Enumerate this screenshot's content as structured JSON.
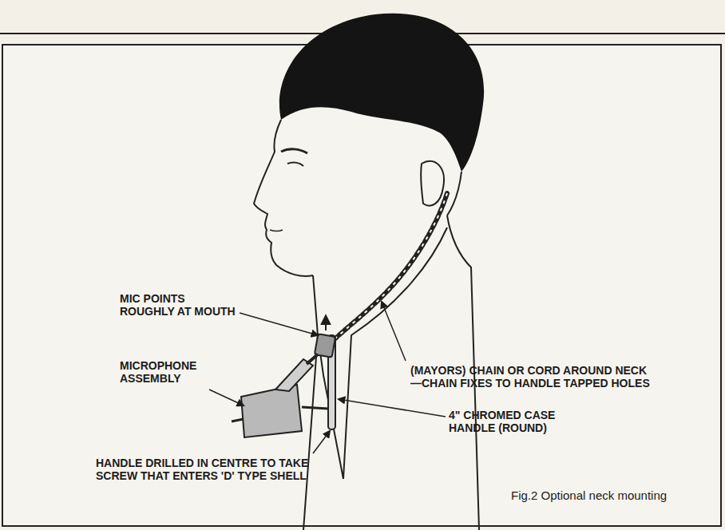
{
  "diagram": {
    "caption": "Fig.2 Optional neck mounting",
    "labels": [
      "MIC POINTS ROUGHLY AT MOUTH",
      "MICROPHONE ASSEMBLY",
      "(MAYORS) CHAIN OR CORD AROUND NECK —CHAIN FIXES TO HANDLE TAPPED HOLES",
      "4\" CHROMED CASE HANDLE (ROUND)",
      "HANDLE DRILLED IN CENTRE TO TAKE SCREW THAT ENTERS 'D' TYPE SHELL"
    ]
  }
}
